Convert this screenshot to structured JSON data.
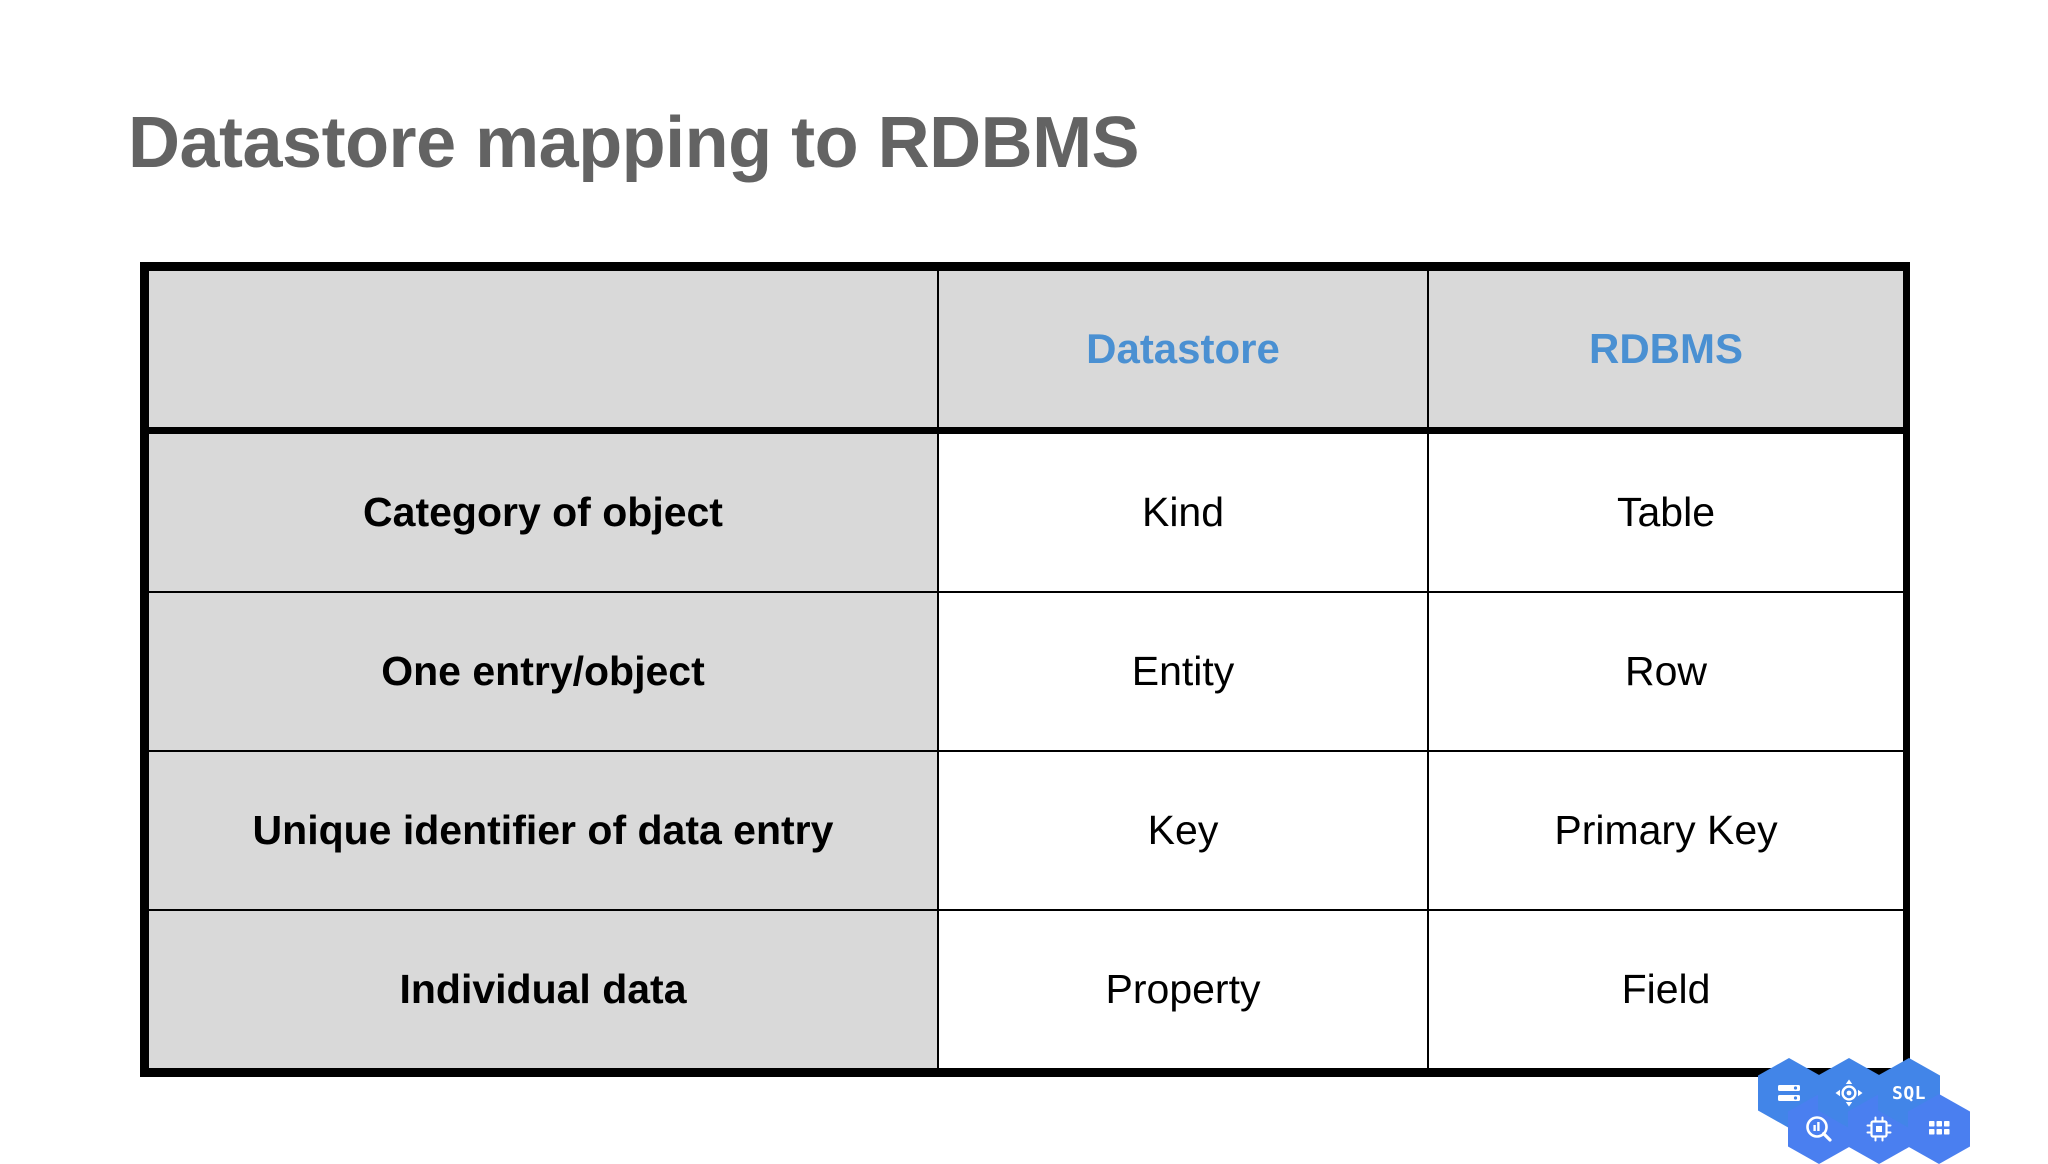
{
  "slide": {
    "title": "Datastore mapping to RDBMS",
    "title_color": "#636363",
    "background": "#ffffff"
  },
  "table": {
    "accent_color": "#4a90d2",
    "label_fill": "#D9D9D9",
    "value_fill": "#ffffff",
    "border_color": "#000000",
    "corner_label": "",
    "columns": [
      {
        "key": "concept",
        "label": ""
      },
      {
        "key": "datastore",
        "label": "Datastore"
      },
      {
        "key": "rdbms",
        "label": "RDBMS"
      }
    ],
    "rows": [
      {
        "concept": "Category of object",
        "datastore": "Kind",
        "rdbms": "Table"
      },
      {
        "concept": "One entry/object",
        "datastore": "Entity",
        "rdbms": "Row"
      },
      {
        "concept": "Unique identifier of data entry",
        "datastore": "Key",
        "rdbms": "Primary Key"
      },
      {
        "concept": "Individual data",
        "datastore": "Property",
        "rdbms": "Field"
      }
    ]
  },
  "icon_cluster": {
    "color": "#4285e8",
    "sql_label": "SQL",
    "icons": [
      {
        "name": "cloud-storage-icon",
        "title": "storage"
      },
      {
        "name": "bigquery-icon",
        "title": "bigquery"
      },
      {
        "name": "compute-engine-icon",
        "title": "compute"
      },
      {
        "name": "cpu-chip-icon",
        "title": "chip"
      },
      {
        "name": "cloud-sql-icon",
        "title": "SQL"
      },
      {
        "name": "app-grid-icon",
        "title": "grid"
      }
    ]
  }
}
